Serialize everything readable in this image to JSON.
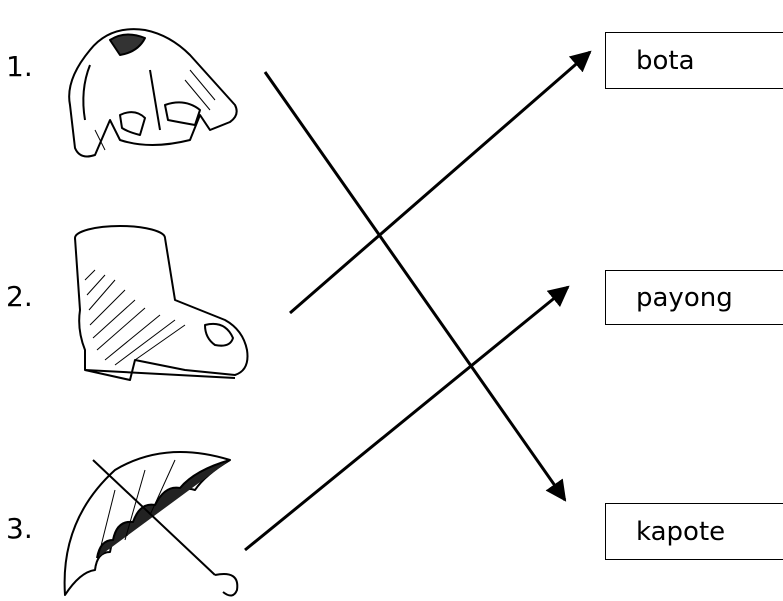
{
  "items": [
    {
      "number": "1.",
      "icon": "raincoat-icon"
    },
    {
      "number": "2.",
      "icon": "rain-boot-icon"
    },
    {
      "number": "3.",
      "icon": "umbrella-icon"
    }
  ],
  "answers": [
    {
      "label": "bota"
    },
    {
      "label": "payong"
    },
    {
      "label": "kapote"
    }
  ],
  "matches": [
    {
      "from": "1.",
      "to": "kapote"
    },
    {
      "from": "2.",
      "to": "bota"
    },
    {
      "from": "3.",
      "to": "payong"
    }
  ]
}
